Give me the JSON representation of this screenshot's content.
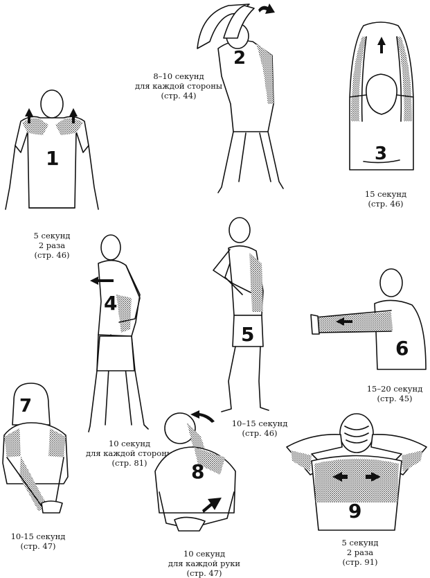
{
  "stretches": [
    {
      "number": "1",
      "caption": [
        "5 секунд",
        "2 раза",
        "(стр. 46)"
      ]
    },
    {
      "number": "2",
      "caption": [
        "8–10 секунд",
        "для каждой стороны",
        "(стр. 44)"
      ]
    },
    {
      "number": "3",
      "caption": [
        "15 секунд",
        "(стр. 46)"
      ]
    },
    {
      "number": "4",
      "caption": [
        "10 секунд",
        "для каждой стороны",
        "(стр. 81)"
      ]
    },
    {
      "number": "5",
      "caption": [
        "10–15 секунд",
        "(стр. 46)"
      ]
    },
    {
      "number": "6",
      "caption": [
        "15–20 секунд",
        "(стр. 45)"
      ]
    },
    {
      "number": "7",
      "caption": [
        "10-15 секунд",
        "(стр. 47)"
      ]
    },
    {
      "number": "8",
      "caption": [
        "10 секунд",
        "для каждой руки",
        "(стр. 47)"
      ]
    },
    {
      "number": "9",
      "caption": [
        "5 секунд",
        "2 раза",
        "(стр. 91)"
      ]
    }
  ]
}
